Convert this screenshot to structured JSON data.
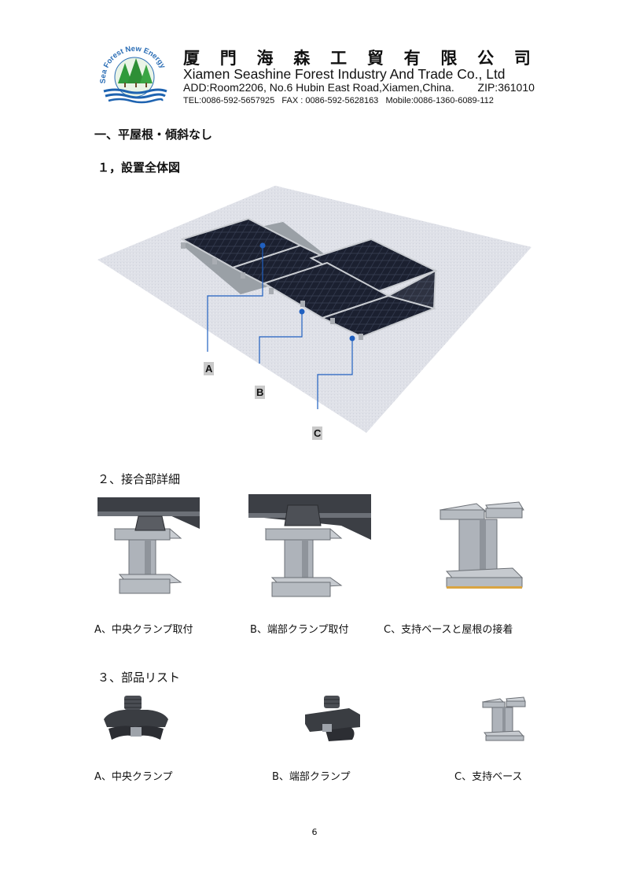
{
  "header": {
    "logo_text": "Sea Forest New Energy",
    "company_cn": [
      "厦",
      "門",
      "海",
      "森",
      "工",
      "貿",
      "有",
      "限",
      "公",
      "司"
    ],
    "company_en": "Xiamen Seashine Forest Industry And Trade Co., Ltd",
    "address": "ADD:Room2206, No.6 Hubin East Road,Xiamen,China.",
    "zip": "ZIP:361010",
    "contact": "TEL:0086-592-5657925   FAX : 0086-592-5628163   Mobile:0086-1360-6089-112"
  },
  "section_title": "一、平屋根・傾斜なし",
  "overview": {
    "title": "１，設置全体図",
    "callouts": [
      "A",
      "B",
      "C"
    ]
  },
  "details": {
    "title": "２、接合部詳細",
    "captions": [
      "A、中央クランプ取付",
      "B、端部クランプ取付",
      "C、支持ベースと屋根の接着"
    ]
  },
  "parts": {
    "title": "３、部品リスト",
    "captions": [
      "A、中央クランプ",
      "B、端部クランプ",
      "C、支持ベース"
    ]
  },
  "page_number": "6"
}
